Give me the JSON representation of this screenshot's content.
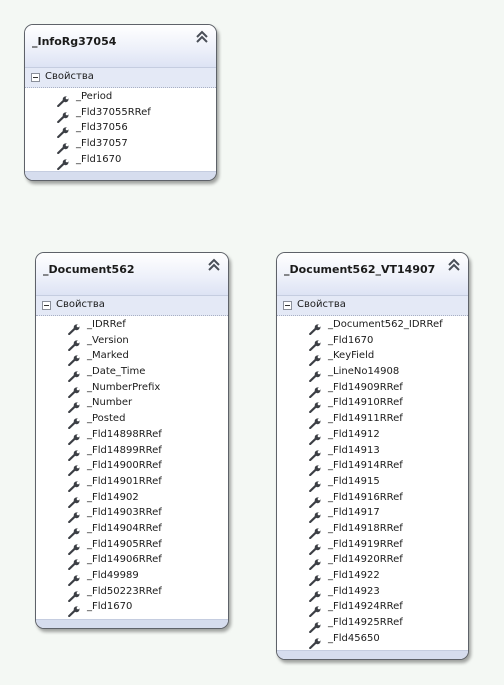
{
  "colors": {
    "background": "#f4f8f4",
    "header_gradient_end": "#dde3f4",
    "section_band": "#e4e9f6",
    "border": "#5e6269"
  },
  "icons": {
    "collapse": "double-chevron-up-icon",
    "section_toggle": "minus-box-icon",
    "field": "wrench-icon"
  },
  "entities": [
    {
      "title": "_InfoRg37054",
      "section_label": "Свойства",
      "fields": [
        "_Period",
        "_Fld37055RRef",
        "_Fld37056",
        "_Fld37057",
        "_Fld1670"
      ]
    },
    {
      "title": "_Document562",
      "section_label": "Свойства",
      "fields": [
        "_IDRRef",
        "_Version",
        "_Marked",
        "_Date_Time",
        "_NumberPrefix",
        "_Number",
        "_Posted",
        "_Fld14898RRef",
        "_Fld14899RRef",
        "_Fld14900RRef",
        "_Fld14901RRef",
        "_Fld14902",
        "_Fld14903RRef",
        "_Fld14904RRef",
        "_Fld14905RRef",
        "_Fld14906RRef",
        "_Fld49989",
        "_Fld50223RRef",
        "_Fld1670"
      ]
    },
    {
      "title": "_Document562_VT14907",
      "section_label": "Свойства",
      "fields": [
        "_Document562_IDRRef",
        "_Fld1670",
        "_KeyField",
        "_LineNo14908",
        "_Fld14909RRef",
        "_Fld14910RRef",
        "_Fld14911RRef",
        "_Fld14912",
        "_Fld14913",
        "_Fld14914RRef",
        "_Fld14915",
        "_Fld14916RRef",
        "_Fld14917",
        "_Fld14918RRef",
        "_Fld14919RRef",
        "_Fld14920RRef",
        "_Fld14922",
        "_Fld14923",
        "_Fld14924RRef",
        "_Fld14925RRef",
        "_Fld45650"
      ]
    }
  ]
}
